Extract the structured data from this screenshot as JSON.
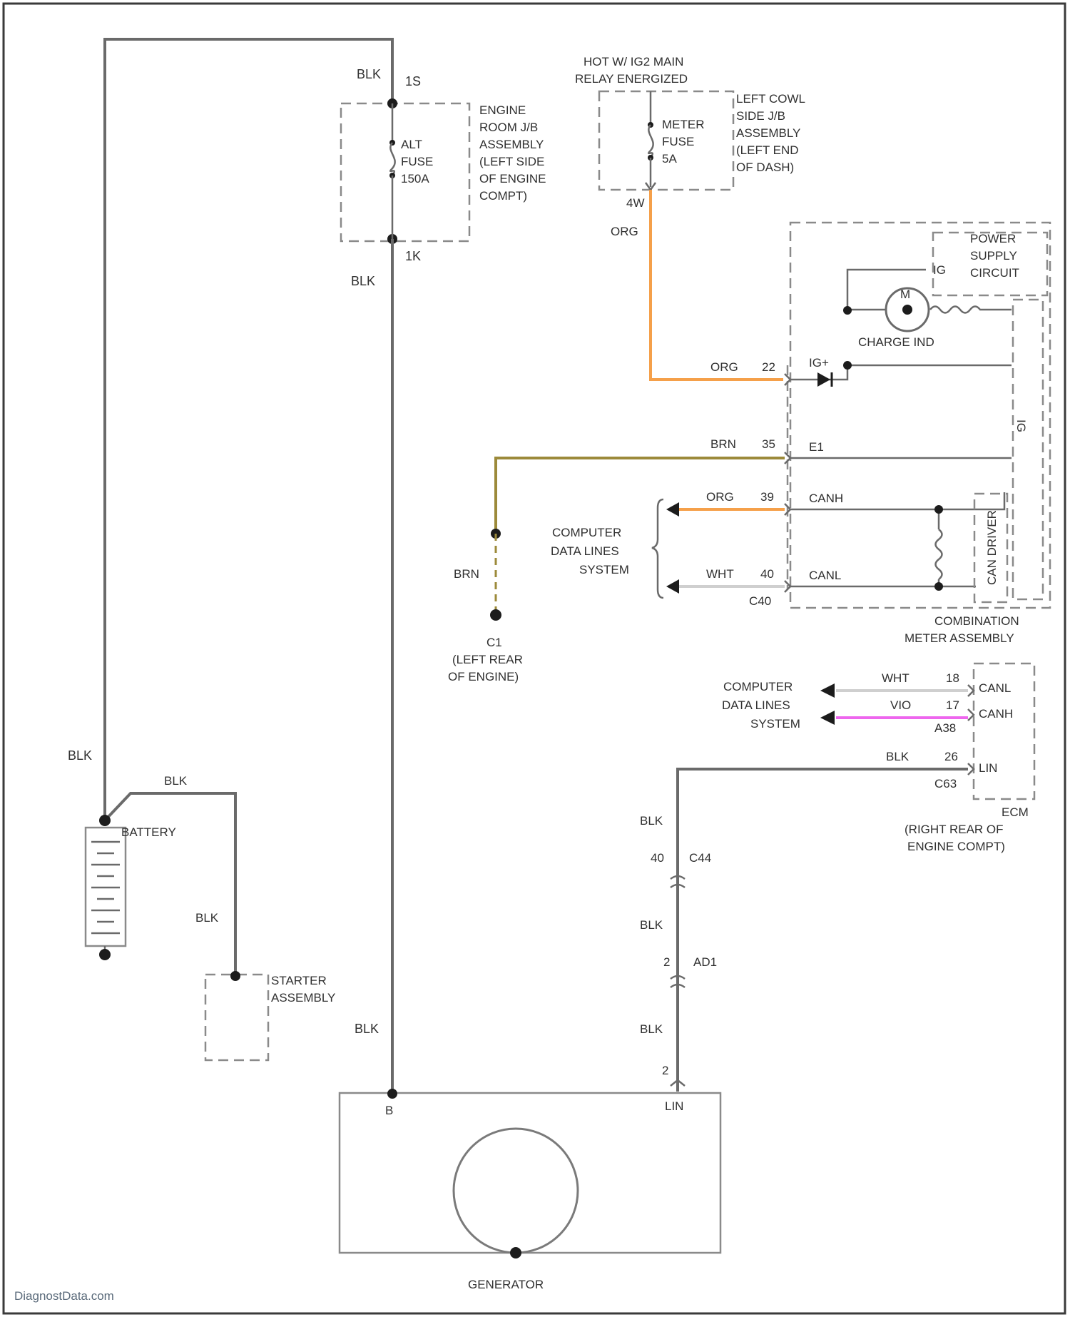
{
  "labels": {
    "blk": "BLK",
    "org": "ORG",
    "brn": "BRN",
    "wht": "WHT",
    "vio": "VIO",
    "pin_1s": "1S",
    "pin_1k": "1K",
    "pin_4w": "4W",
    "pin_22": "22",
    "pin_35": "35",
    "pin_39": "39",
    "pin_40": "40",
    "pin_2": "2",
    "pin_b": "B",
    "pin_ig": "IG",
    "pin_18": "18",
    "pin_17": "17",
    "pin_26": "26",
    "ig_plus": "IG+",
    "e1": "E1",
    "canh": "CANH",
    "canl": "CANL",
    "lin": "LIN",
    "c40": "C40",
    "a38": "A38",
    "c63": "C63",
    "c44": "C44",
    "ad1": "AD1",
    "hot_line1": "HOT W/ IG2 MAIN",
    "hot_line2": "RELAY ENERGIZED",
    "alt_fuse": [
      "ALT",
      "FUSE",
      "150A"
    ],
    "engine_jb": [
      "ENGINE",
      "ROOM J/B",
      "ASSEMBLY",
      "(LEFT SIDE",
      "OF ENGINE",
      "COMPT)"
    ],
    "meter_fuse": [
      "METER",
      "FUSE",
      "5A"
    ],
    "left_cowl_jb": [
      "LEFT COWL",
      "SIDE J/B",
      "ASSEMBLY",
      "(LEFT END",
      "OF DASH)"
    ],
    "power_supply": [
      "POWER",
      "SUPPLY",
      "CIRCUIT"
    ],
    "charge_ind": "CHARGE IND",
    "computer_data_lines": [
      "COMPUTER",
      "DATA LINES",
      "SYSTEM"
    ],
    "can_driver": "CAN DRIVER",
    "combination_meter": [
      "COMBINATION",
      "METER ASSEMBLY"
    ],
    "ground_c1": [
      "C1",
      "(LEFT REAR",
      "OF ENGINE)"
    ],
    "ecm": [
      "ECM",
      "(RIGHT REAR OF",
      "ENGINE COMPT)"
    ],
    "battery": "BATTERY",
    "starter": [
      "STARTER",
      "ASSEMBLY"
    ],
    "generator": "GENERATOR",
    "m_symbol": "M",
    "watermark": "DiagnostData.com"
  },
  "colors": {
    "org_wire": "#f5a04a",
    "brn_wire": "#9c8a3a",
    "org_can_wire": "#f5a04a",
    "wht_wire": "#cfcfcf",
    "vio_wire": "#ee66ee",
    "black_wire": "#6a6a6a"
  }
}
